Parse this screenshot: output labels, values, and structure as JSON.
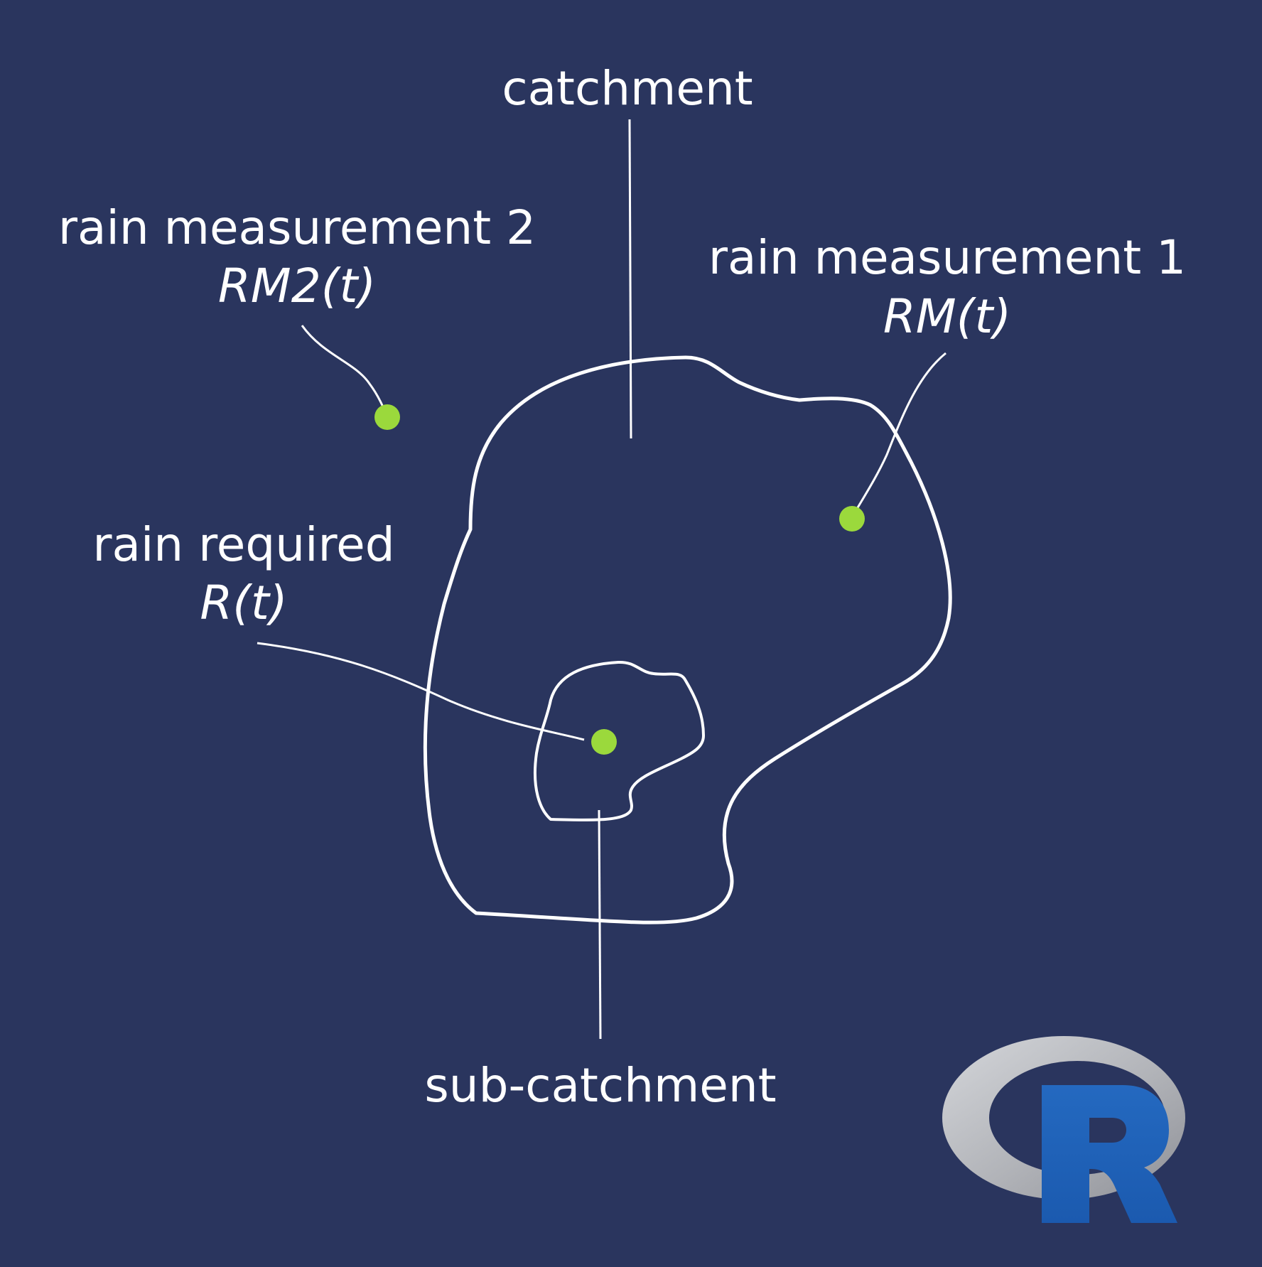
{
  "labels": {
    "catchment": "catchment",
    "rain_measurement_2": "rain measurement 2",
    "rain_measurement_2_symbol": "RM2(t)",
    "rain_measurement_1": "rain measurement 1",
    "rain_measurement_1_symbol": "RM(t)",
    "rain_required": "rain required",
    "rain_required_symbol": "R(t)",
    "sub_catchment": "sub-catchment"
  },
  "logo": {
    "name": "r-logo",
    "letter": "R"
  },
  "colors": {
    "background": "#2a355e",
    "outline": "#ffffff",
    "point": "#9bd93c",
    "logo_ring": "#b4b6bc",
    "logo_letter": "#1f63b8"
  }
}
